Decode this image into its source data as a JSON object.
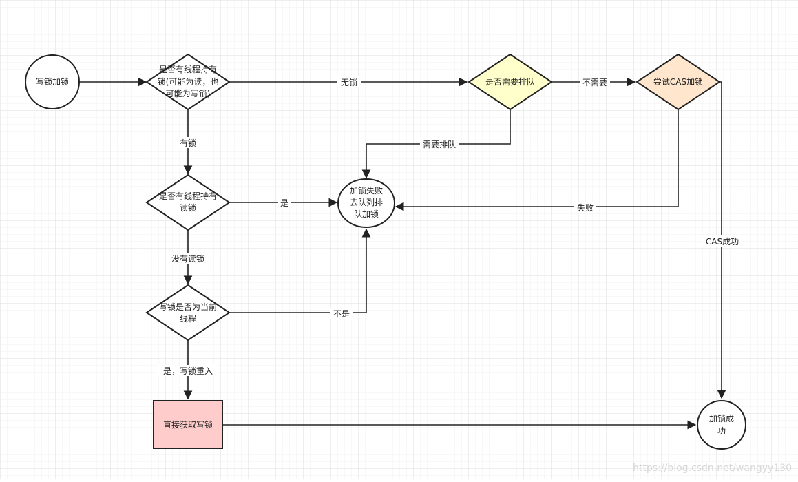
{
  "colors": {
    "grid_major": "#dedede",
    "grid_minor": "#f0f0f0",
    "stroke": "#222222",
    "default_fill": "#ffffff",
    "yellow_fill": "#ffffcc",
    "peach_fill": "#ffe6cc",
    "pink_fill": "#ffcccc"
  },
  "nodes": {
    "start": {
      "lines": [
        "写锁加锁"
      ]
    },
    "check_lock": {
      "lines": [
        "是否有线程持有",
        "锁(可能为读，也",
        "可能为写锁)"
      ]
    },
    "need_queue": {
      "lines": [
        "是否需要排队"
      ]
    },
    "try_cas": {
      "lines": [
        "尝试CAS加锁"
      ]
    },
    "check_read": {
      "lines": [
        "是否有线程持有",
        "读锁"
      ]
    },
    "fail_queue": {
      "lines": [
        "加锁失败",
        "去队列排",
        "队加锁"
      ]
    },
    "check_owner": {
      "lines": [
        "写锁是否为当前",
        "线程"
      ]
    },
    "direct_acquire": {
      "lines": [
        "直接获取写锁"
      ]
    },
    "success": {
      "lines": [
        "加锁成",
        "功"
      ]
    }
  },
  "edges": {
    "no_lock": "无锁",
    "no_need": "不需要",
    "need_queue": "需要排队",
    "has_lock": "有锁",
    "yes": "是",
    "fail": "失败",
    "cas_success": "CAS成功",
    "no_read_lock": "没有读锁",
    "not_owner": "不是",
    "reentrant": "是，写锁重入"
  },
  "watermark": "https://blog.csdn.net/wangyy130"
}
